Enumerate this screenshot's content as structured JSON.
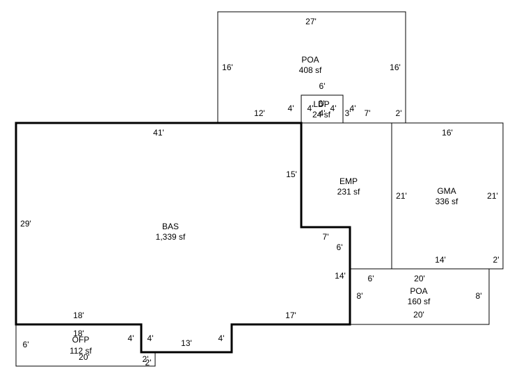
{
  "areas": [
    {
      "code": "POA",
      "area": "408 sf"
    },
    {
      "code": "LDP",
      "area": "24 sf"
    },
    {
      "code": "EMP",
      "area": "231 sf"
    },
    {
      "code": "GMA",
      "area": "336 sf"
    },
    {
      "code": "BAS",
      "area": "1,339 sf"
    },
    {
      "code": "POA",
      "area": "160 sf"
    },
    {
      "code": "OFP",
      "area": "112 sf"
    }
  ],
  "dimensions": {
    "poa_top": [
      "27'",
      "16'",
      "16'",
      "12'",
      "4'",
      "2'",
      "7'"
    ],
    "ldp": [
      "6'",
      "4'",
      "4'",
      "6'",
      "4'",
      "3'",
      "4'"
    ],
    "bas": [
      "41'",
      "29'",
      "15'",
      "7'",
      "6'",
      "14'",
      "18'",
      "17'",
      "4'",
      "13'",
      "4'"
    ],
    "emp_gma": [
      "16'",
      "21'",
      "21'",
      "14'",
      "2'"
    ],
    "poa_bottom": [
      "6'",
      "20'",
      "8'",
      "8'",
      "20'"
    ],
    "ofp": [
      "18'",
      "6'",
      "4'",
      "20'",
      "2'",
      "2'"
    ]
  }
}
